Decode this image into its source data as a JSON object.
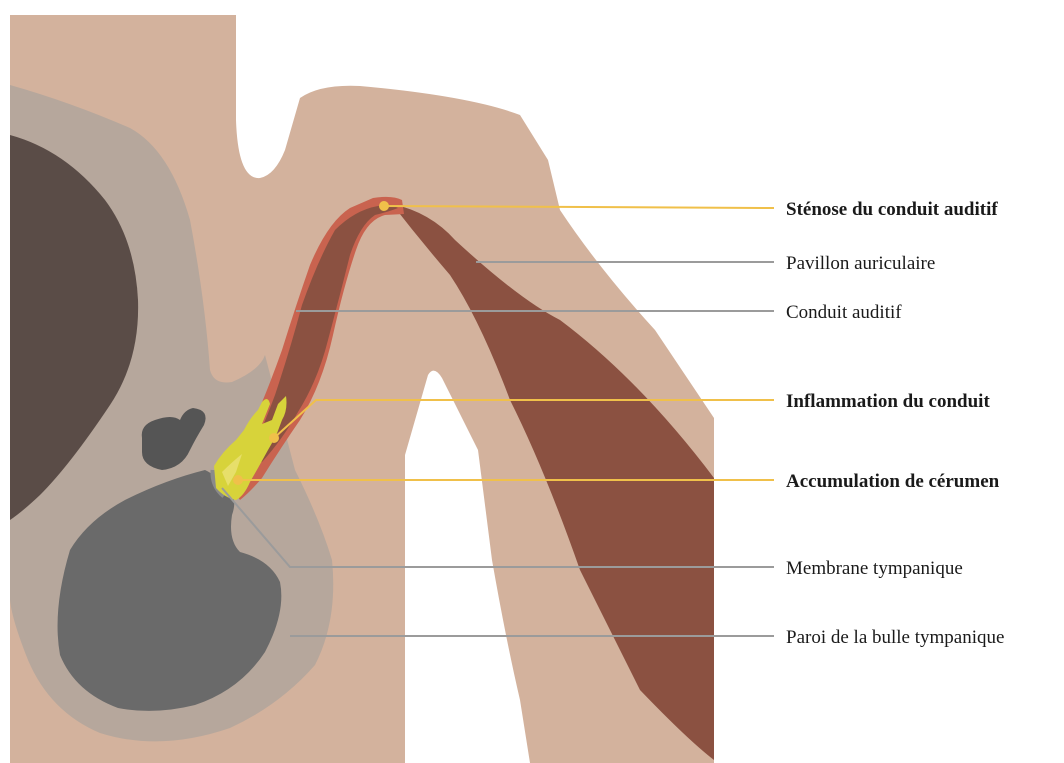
{
  "labels": {
    "stenose": "Sténose du conduit auditif",
    "pavillon": "Pavillon auriculaire",
    "conduit": "Conduit auditif",
    "inflammation": "Inflammation du conduit",
    "cerumen": "Accumulation de cérumen",
    "membrane": "Membrane tympanique",
    "paroi": "Paroi de la bulle tympanique"
  },
  "colors": {
    "skin": "#d3b29d",
    "bone": "#b6a79c",
    "cavity": "#6a6a6a",
    "brain": "#5a4c47",
    "cartilage": "#8b5141",
    "inflamed": "#c9634f",
    "wax": "#d7d33a",
    "pathology_leader": "#f0c04a",
    "normal_leader": "#9b9b9b"
  }
}
